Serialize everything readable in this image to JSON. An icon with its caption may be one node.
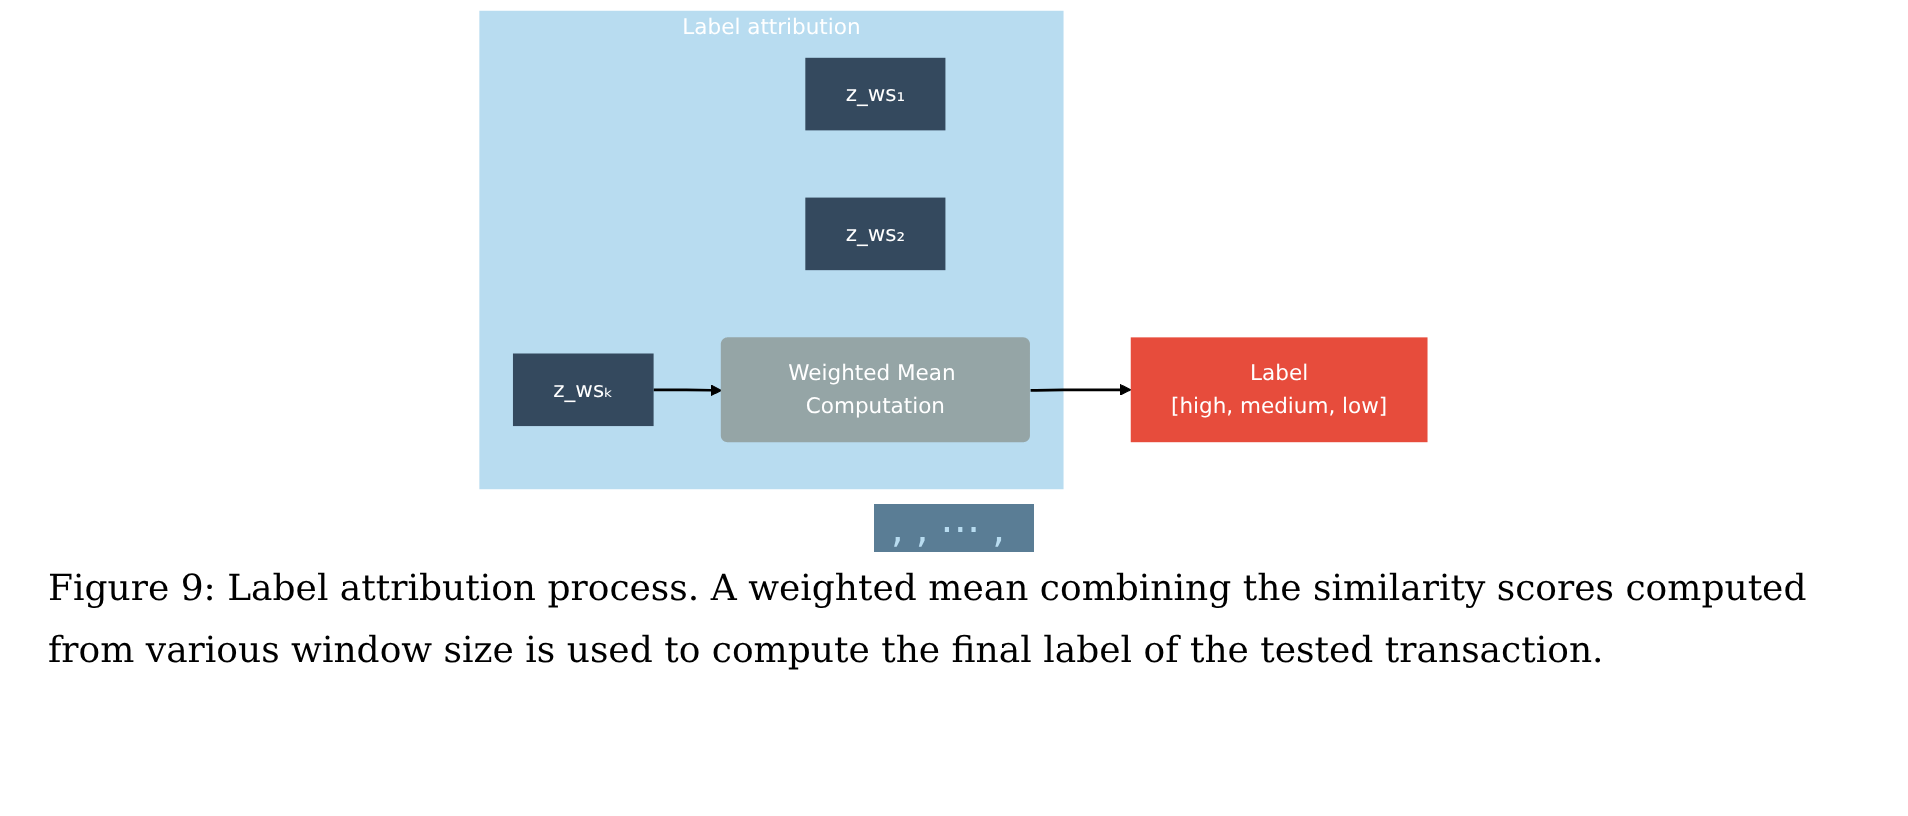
{
  "diagram": {
    "caption": "Figure 9: Label attribution process. A weighted mean combining the similarity scores computed from various window size is used to compute the final label of the tested transaction.",
    "nodes": [
      {
        "text": [
          "Label attribution"
        ]
      },
      {
        "text": [
          "z_ws₁"
        ],
        "in": 0
      },
      {
        "text": [
          "z_ws₂"
        ],
        "in": 0
      },
      {
        "text": [
          "z_wsₖ"
        ],
        "in": 0
      },
      {
        "text": [
          "Weighted Mean Computation"
        ],
        "in": 0
      },
      {
        "text": [
          "Label",
          "[high, medium, low]"
        ]
      }
    ],
    "edges": [
      {
        "from": 3,
        "to": 4,
        "arrow": "to"
      },
      {
        "from": 4,
        "to": 5,
        "arrow": "to"
      }
    ],
    "labels": [
      ",",
      ",",
      "⋯",
      ","
    ]
  }
}
